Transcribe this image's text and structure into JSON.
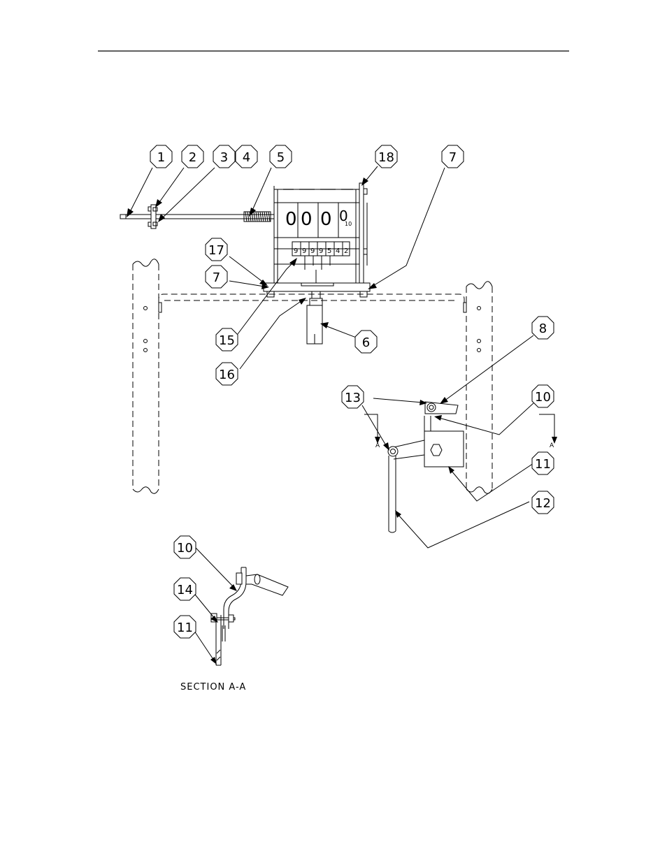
{
  "callouts": {
    "c1": "1",
    "c2": "2",
    "c3": "3",
    "c4": "4",
    "c5": "5",
    "c18": "18",
    "c7_top": "7",
    "c17": "17",
    "c7_left": "7",
    "c15": "15",
    "c16": "16",
    "c6": "6",
    "c8": "8",
    "c13": "13",
    "c10": "10",
    "c11": "11",
    "c12": "12",
    "c10_sec": "10",
    "c14_sec": "14",
    "c11_sec": "11"
  },
  "counter": {
    "digits": [
      "0",
      "0",
      "0",
      "0"
    ],
    "tenths_mark": "10",
    "wheel_labels": [
      "9",
      "9",
      "9",
      "9",
      "5",
      "4",
      "2"
    ]
  },
  "section": {
    "marker_left": "A",
    "marker_right": "A",
    "caption": "SECTION  A-A"
  }
}
